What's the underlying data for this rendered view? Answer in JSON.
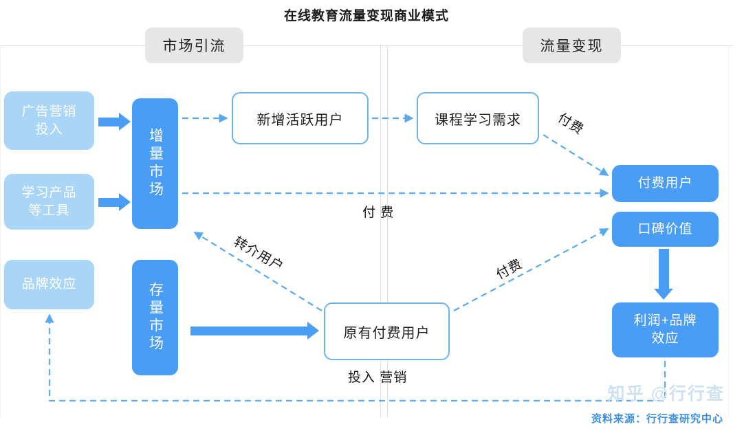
{
  "title": "在线教育流量变现商业模式",
  "sections": [
    {
      "label": "市场引流"
    },
    {
      "label": "流量变现"
    }
  ],
  "nodes": {
    "ad_marketing": "广告营销\n投入",
    "ad_marketing_line1": "广告营销",
    "ad_marketing_line2": "投入",
    "learning_tools_line1": "学习产品",
    "learning_tools_line2": "等工具",
    "brand_effect": "品牌效应",
    "incremental_market": "增量市场",
    "stock_market": "存量市场",
    "new_active_users": "新增活跃用户",
    "course_demand": "课程学习需求",
    "existing_paid_users": "原有付费用户",
    "paid_users": "付费用户",
    "word_of_mouth": "口碑价值",
    "profit_brand_line1": "利润+品牌",
    "profit_brand_line2": "效应"
  },
  "edge_labels": {
    "pay_top_right": "付费",
    "pay_middle": "付 费",
    "referral_users": "转介用户",
    "pay_lower_right": "付费",
    "invest_marketing": "投入 营销"
  },
  "footer": {
    "watermark": "知乎 @行行查",
    "source": "资料来源：行行查研究中心"
  },
  "colors": {
    "solid_blue": "#4a9df5",
    "light_blue": "#a9d6f6",
    "outline_blue": "#6cb4e8",
    "dashed_blue": "#5aa9ee",
    "chip_gray": "#e6e6e6",
    "source_blue": "#3d8fe0",
    "watermark_gray": "#cfe0f0"
  }
}
